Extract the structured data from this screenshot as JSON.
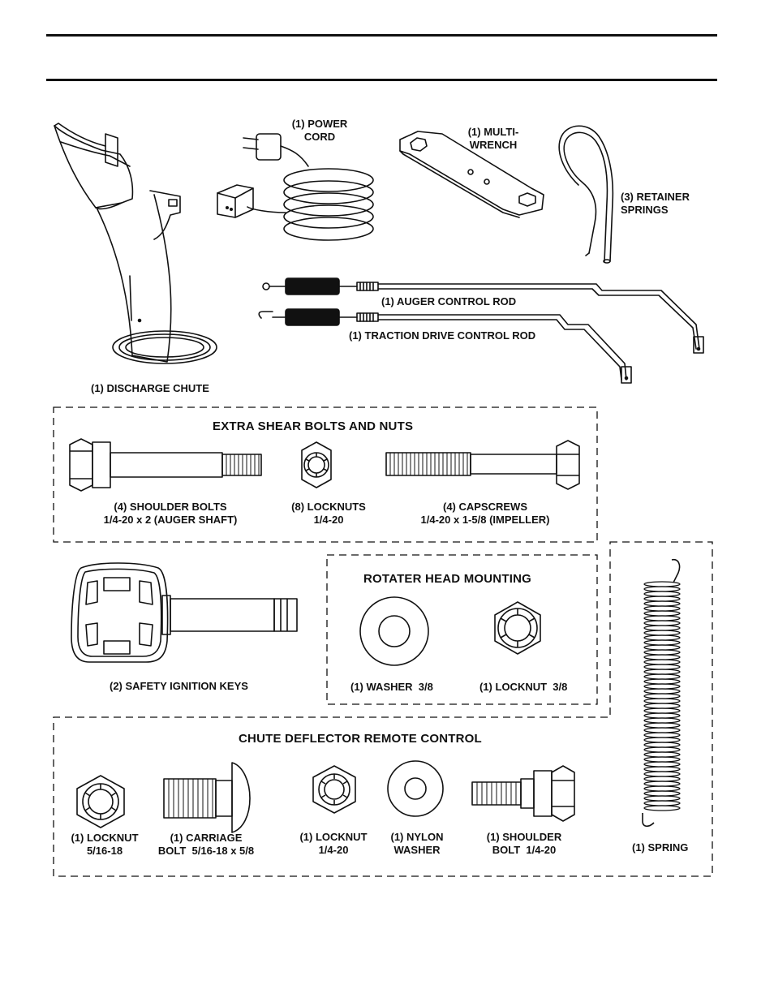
{
  "parts": {
    "discharge_chute": "(1) DISCHARGE CHUTE",
    "power_cord": "(1) POWER\nCORD",
    "multi_wrench": "(1) MULTI-\nWRENCH",
    "retainer_springs": "(3) RETAINER\nSPRINGS",
    "auger_control_rod": "(1) AUGER CONTROL ROD",
    "traction_drive_control_rod": "(1) TRACTION DRIVE CONTROL ROD",
    "safety_ignition_keys": "(2) SAFETY IGNITION KEYS",
    "spring": "(1) SPRING"
  },
  "shear_bolts": {
    "title": "EXTRA SHEAR BOLTS AND NUTS",
    "shoulder_bolts": "(4) SHOULDER BOLTS\n1/4-20 x 2 (AUGER SHAFT)",
    "locknuts": "(8) LOCKNUTS\n1/4-20",
    "capscrews": "(4) CAPSCREWS\n1/4-20 x 1-5/8 (IMPELLER)"
  },
  "rotater": {
    "title": "ROTATER HEAD MOUNTING",
    "washer": "(1) WASHER  3/8",
    "locknut": "(1) LOCKNUT  3/8"
  },
  "chute_deflector": {
    "title": "CHUTE DEFLECTOR REMOTE CONTROL",
    "locknut_5_16": "(1) LOCKNUT\n5/16-18",
    "carriage_bolt": "(1) CARRIAGE\nBOLT  5/16-18 x 5/8",
    "locknut_1_4": "(1) LOCKNUT\n1/4-20",
    "nylon_washer": "(1) NYLON\nWASHER",
    "shoulder_bolt": "(1) SHOULDER\nBOLT  1/4-20"
  }
}
